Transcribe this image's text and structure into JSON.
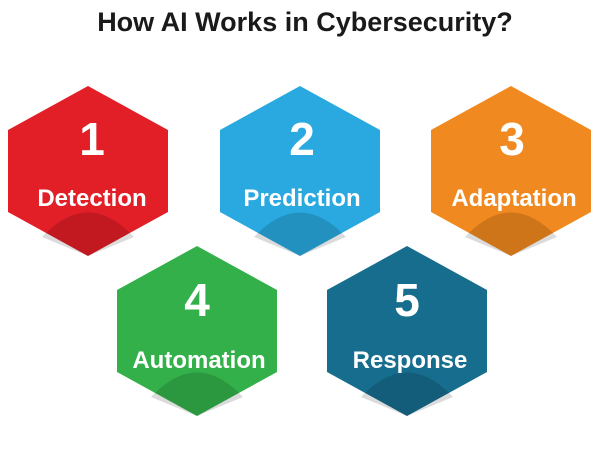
{
  "title": "How AI Works in Cybersecurity?",
  "steps": [
    {
      "number": "1",
      "label": "Detection",
      "color": "#e21e27"
    },
    {
      "number": "2",
      "label": "Prediction",
      "color": "#29a9e0"
    },
    {
      "number": "3",
      "label": "Adaptation",
      "color": "#f0891f"
    },
    {
      "number": "4",
      "label": "Automation",
      "color": "#33b04a"
    },
    {
      "number": "5",
      "label": "Response",
      "color": "#176d8e"
    }
  ]
}
